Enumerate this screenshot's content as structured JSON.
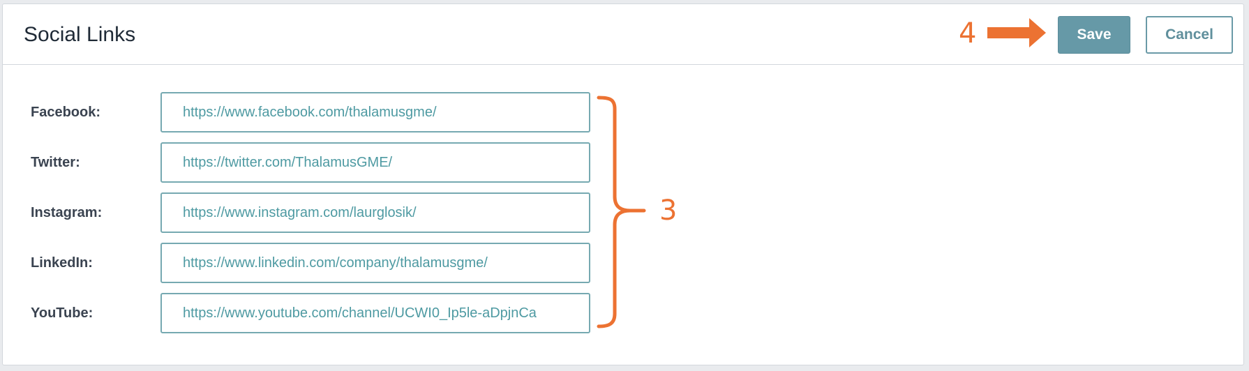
{
  "panel": {
    "title": "Social Links",
    "save_label": "Save",
    "cancel_label": "Cancel"
  },
  "fields": [
    {
      "label": "Facebook:",
      "value": "https://www.facebook.com/thalamusgme/"
    },
    {
      "label": "Twitter:",
      "value": "https://twitter.com/ThalamusGME/"
    },
    {
      "label": "Instagram:",
      "value": "https://www.instagram.com/laurglosik/"
    },
    {
      "label": "LinkedIn:",
      "value": "https://www.linkedin.com/company/thalamusgme/"
    },
    {
      "label": "YouTube:",
      "value": "https://www.youtube.com/channel/UCWI0_Ip5le-aDpjnCa"
    }
  ],
  "annotations": {
    "step_3": "3",
    "step_4": "4",
    "accent_color": "#ec7232"
  },
  "colors": {
    "save_button": "#6699a7",
    "input_border": "#76a9b1",
    "input_text": "#4e9aa2"
  }
}
